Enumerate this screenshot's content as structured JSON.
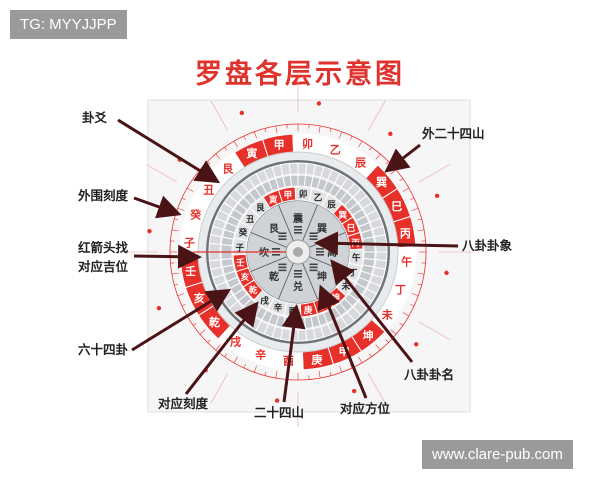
{
  "title": "罗盘各层示意图",
  "watermarks": {
    "top_left": "TG: MYYJJPP",
    "bottom_right": "www.clare-pub.com"
  },
  "labels": {
    "gua_yao": "卦爻",
    "outer_scale": "外围刻度",
    "red_arrow_line1": "红箭头找",
    "red_arrow_line2": "对应吉位",
    "sixty_four_gua": "六十四卦",
    "matching_scale": "对应刻度",
    "twenty_four_mountains": "二十四山",
    "matching_direction": "对应方位",
    "bagua_names": "八卦卦名",
    "bagua_symbols": "八卦卦象",
    "outer_twenty_four_mountains": "外二十四山"
  },
  "compass": {
    "mountains": [
      "甲",
      "卯",
      "乙",
      "辰",
      "巽",
      "巳",
      "丙",
      "午",
      "丁",
      "未",
      "坤",
      "申",
      "庚",
      "酉",
      "辛",
      "戌",
      "乾",
      "亥",
      "壬",
      "子",
      "癸",
      "丑",
      "艮",
      "寅"
    ],
    "highlighted": [
      "甲",
      "巽",
      "巳",
      "丙",
      "坤",
      "申",
      "庚",
      "乾",
      "亥",
      "壬",
      "寅"
    ],
    "trigrams": [
      "震",
      "巽",
      "离",
      "坤",
      "兑",
      "乾",
      "坎",
      "艮"
    ],
    "colors": {
      "red": "#e8302a",
      "gray_disc": "#6f7378",
      "ring_gray": "#a9adb2",
      "arrow": "#4a1416",
      "title": "#e0322c"
    }
  }
}
